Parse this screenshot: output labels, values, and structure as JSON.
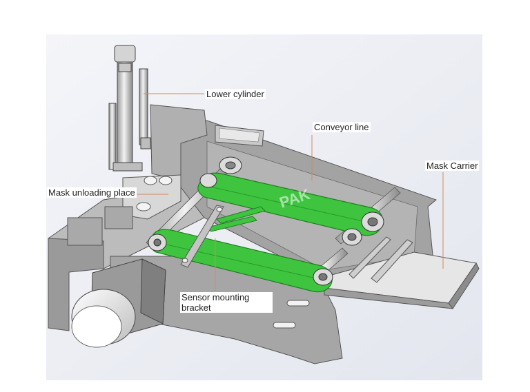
{
  "colors": {
    "background_panel": "#eef0f6",
    "frame_gray": "#9b9b9b",
    "frame_dark": "#7d7d7d",
    "light_gray": "#d6d6d6",
    "belt_green": "#3ec43e",
    "belt_edge": "#1f7f1f",
    "leader_line": "#d08a5a"
  },
  "watermark": "PAK",
  "labels": {
    "lower_cylinder": "Lower cylinder",
    "conveyor_line": "Conveyor line",
    "mask_carrier": "Mask Carrier",
    "mask_unloading_place": "Mask unloading place",
    "sensor_mounting_bracket": "Sensor mounting\nbracket"
  },
  "icons": [
    "motor-icon",
    "cylinder-icon"
  ]
}
